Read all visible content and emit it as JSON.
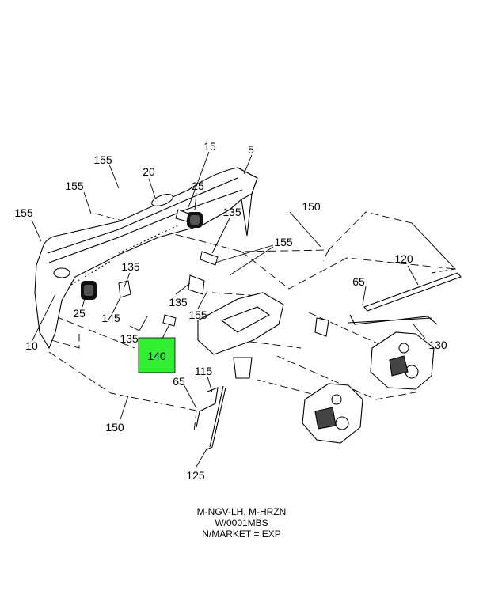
{
  "callouts": {
    "c5": "5",
    "c10": "10",
    "c15": "15",
    "c20": "20",
    "c25_top": "25",
    "c25_left": "25",
    "c65_upper": "65",
    "c65_lower": "65",
    "c115": "115",
    "c120": "120",
    "c125": "125",
    "c130": "130",
    "c135_a": "135",
    "c135_b": "135",
    "c135_c": "135",
    "c135_d": "135",
    "c140": "140",
    "c145": "145",
    "c150_top": "150",
    "c150_bottom": "150",
    "c155_a": "155",
    "c155_b": "155",
    "c155_c": "155",
    "c155_d": "155",
    "c155_e": "155"
  },
  "highlight": {
    "callout": "140",
    "color": "#33ee33"
  },
  "caption": {
    "line1": "M-NGV-LH, M-HRZN",
    "line2": "W/0001MBS",
    "line3": "N/MARKET = EXP"
  }
}
